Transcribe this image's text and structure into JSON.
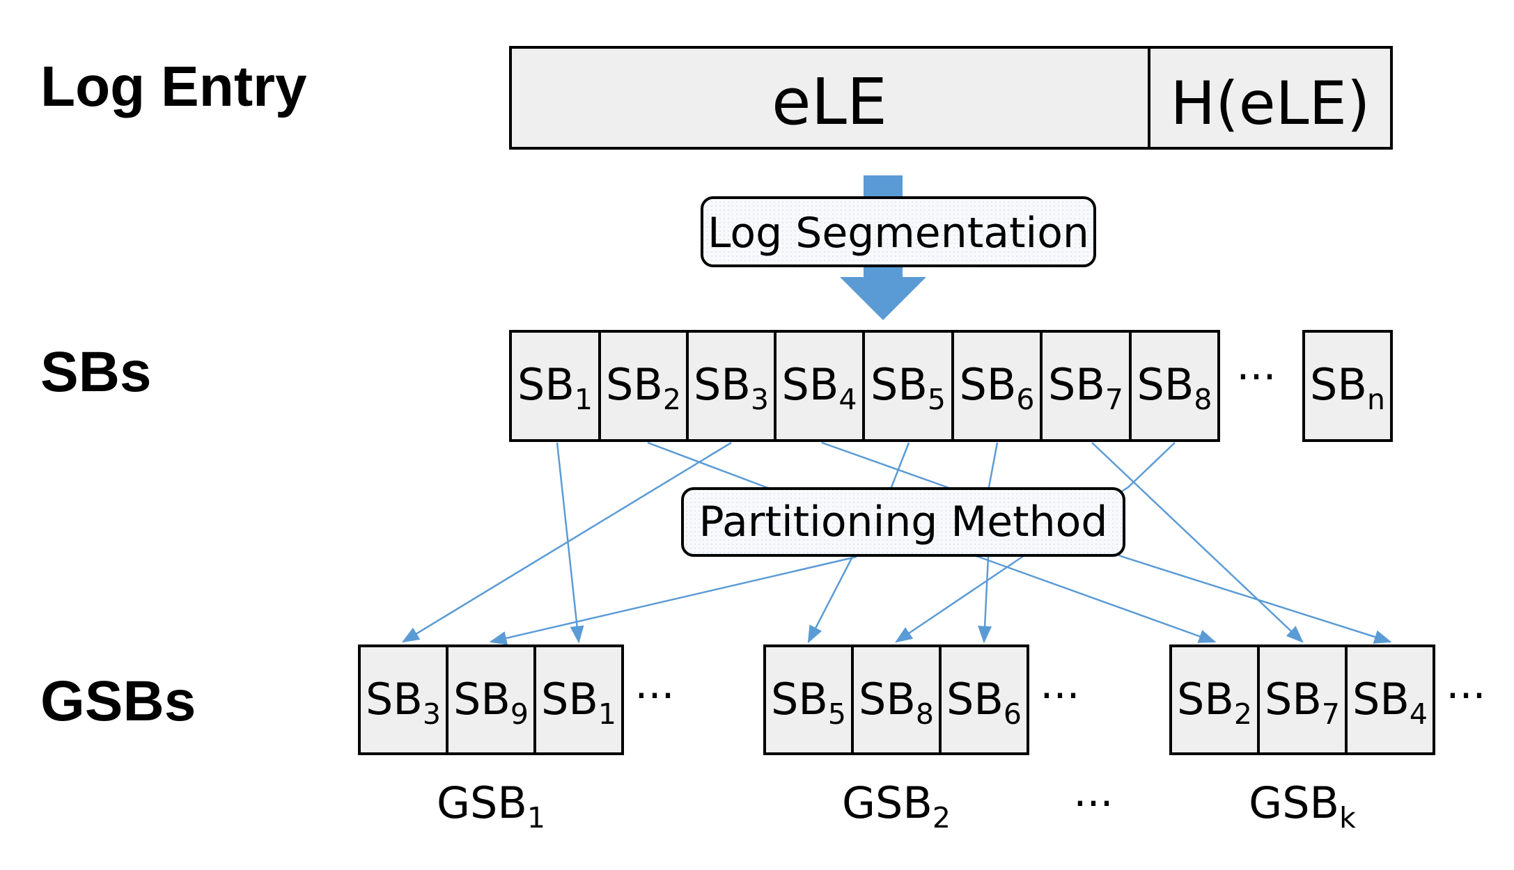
{
  "rows": {
    "log_entry": "Log Entry",
    "sbs": "SBs",
    "gsbs": "GSBs"
  },
  "log_entry": {
    "ele": "eLE",
    "hash": "H(eLE)"
  },
  "process": {
    "segmentation": "Log Segmentation",
    "partitioning": "Partitioning Method"
  },
  "sb_prefix": "SB",
  "gsb_prefix": "GSB",
  "ellipsis": "···",
  "sbs": [
    "1",
    "2",
    "3",
    "4",
    "5",
    "6",
    "7",
    "8",
    "n"
  ],
  "groups": [
    {
      "label_sub": "1",
      "members": [
        "3",
        "9",
        "1"
      ]
    },
    {
      "label_sub": "2",
      "members": [
        "5",
        "8",
        "6"
      ]
    },
    {
      "label_sub": "k",
      "members": [
        "2",
        "7",
        "4"
      ]
    }
  ],
  "colors": {
    "box_fill": "#efefef",
    "box_stroke": "#000000",
    "arrow": "#5b9bd5",
    "big_arrow": "#5b9bd5",
    "label_fill": "#f6f8fb"
  }
}
